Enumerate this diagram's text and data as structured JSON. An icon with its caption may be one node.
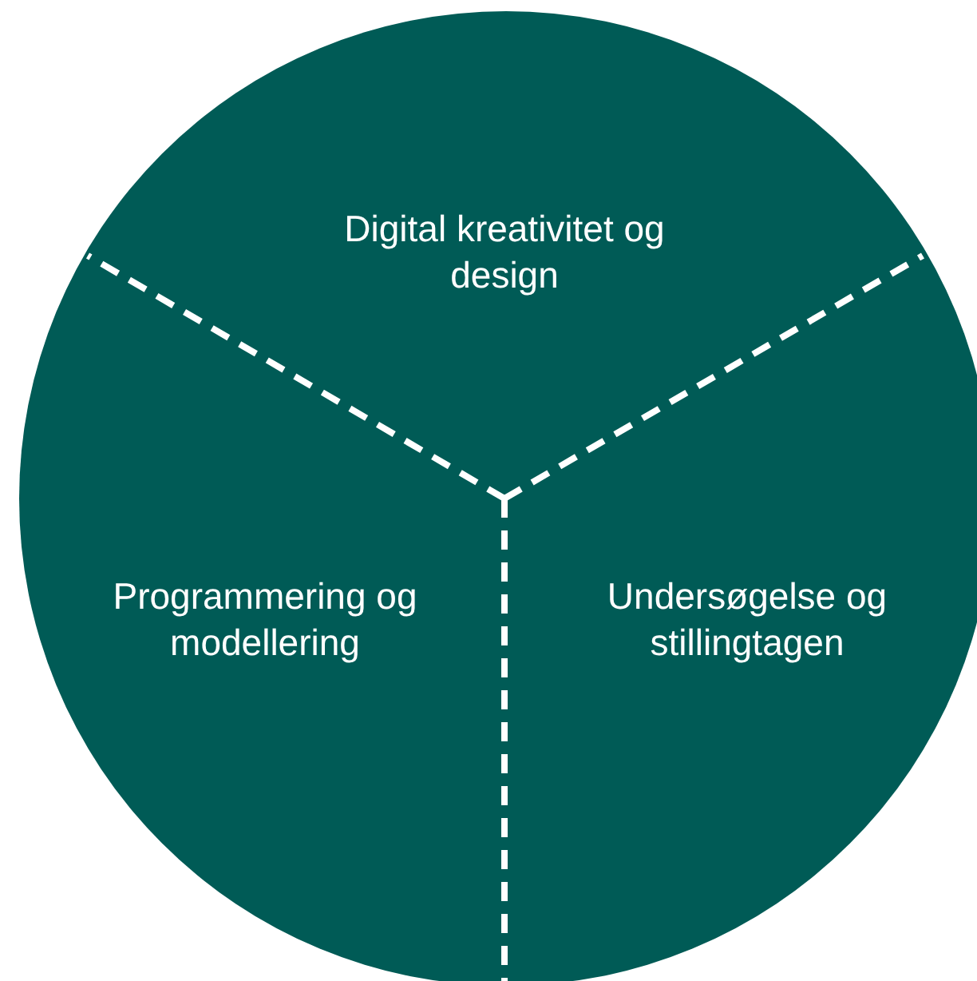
{
  "diagram": {
    "nodes": [
      {
        "text": [],
        "shape": "circle"
      },
      {
        "text": [
          "Digital kreativitet og design"
        ],
        "in": 0
      },
      {
        "text": [
          "Programmering og modellering"
        ],
        "in": 0
      },
      {
        "text": [
          "Undersøgelse og stillingtagen"
        ],
        "in": 0
      }
    ]
  }
}
